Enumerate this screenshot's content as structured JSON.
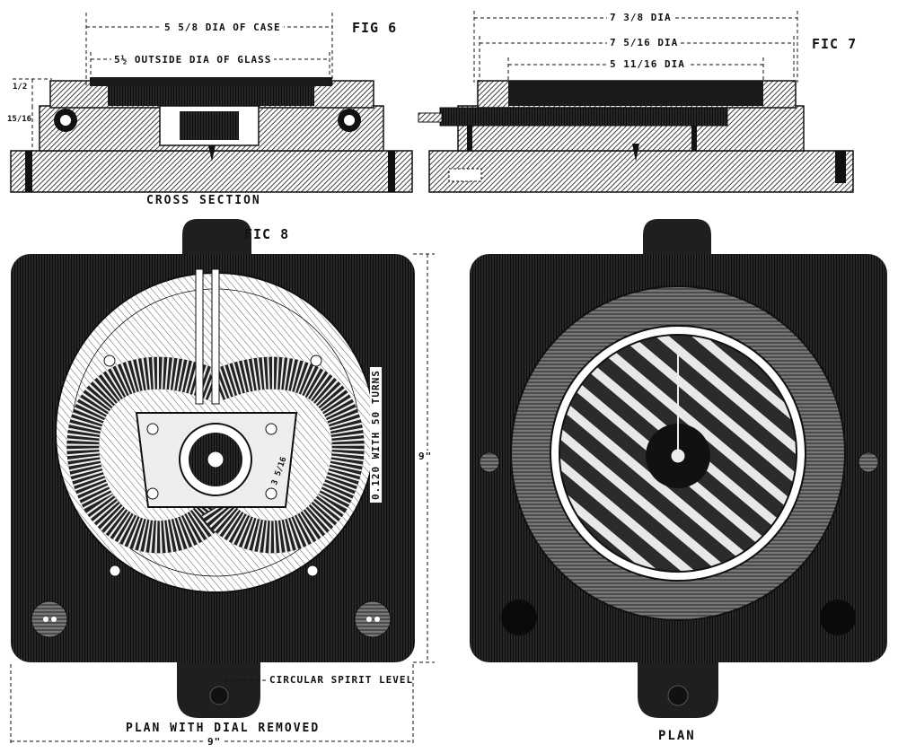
{
  "fig6": {
    "title": "FIG 6",
    "dia_case": "5 5/8 DIA OF CASE",
    "dia_glass": "5½ OUTSIDE DIA OF GLASS",
    "dim_half": "1/2",
    "dim_fifteen": "15/16",
    "caption": "CROSS SECTION"
  },
  "fig7": {
    "title": "FIC 7",
    "dia_outer": "7 3/8 DIA",
    "dia_mid": "7 5/16 DIA",
    "dia_inner": "5 11/16 DIA"
  },
  "fig8": {
    "title": "FIC 8",
    "coil_label": "0.120 WITH 50 TURNS",
    "height_label": "9\"",
    "width_label": "9\"",
    "inner_dim": "3 5/16",
    "level_label": "CIRCULAR SPIRIT LEVEL",
    "caption": "PLAN WITH DIAL REMOVED"
  },
  "fig9": {
    "title": "FIG 9",
    "caption": "PLAN"
  },
  "colors": {
    "ink": "#111111",
    "plate": "#1f1f1f",
    "paper": "#ffffff",
    "brass": "#cfcfcf"
  }
}
